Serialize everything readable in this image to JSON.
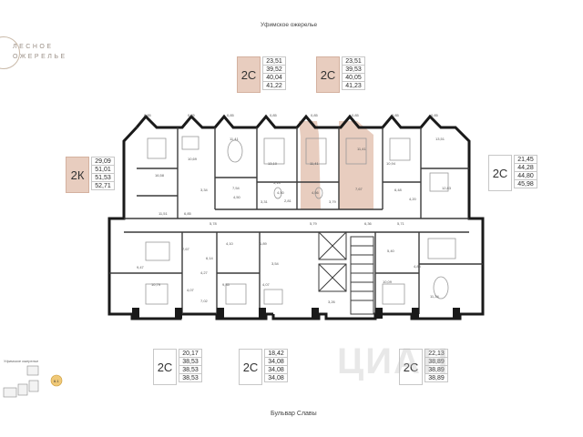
{
  "brand": {
    "line1": "ЛЕСНОЕ",
    "line2": "ОЖЕРЕЛЬЕ"
  },
  "streets": {
    "top": "Уфимское ожерелье",
    "bottom": "Бульвар Славы"
  },
  "watermark": "ЦИАН",
  "colors": {
    "highlight": "#e8cdbf",
    "wall": "#1a1a1a",
    "line": "#8c8c8c"
  },
  "legends": [
    {
      "id": "top-left",
      "type": "2С",
      "highlight": true,
      "areas": [
        "23,51",
        "39,52",
        "40,04",
        "41,22"
      ]
    },
    {
      "id": "top-right",
      "type": "2С",
      "highlight": true,
      "areas": [
        "23,51",
        "39,53",
        "40,05",
        "41,23"
      ]
    },
    {
      "id": "left",
      "type": "2К",
      "highlight": true,
      "areas": [
        "29,09",
        "51,01",
        "51,53",
        "52,71"
      ]
    },
    {
      "id": "right",
      "type": "2С",
      "highlight": false,
      "areas": [
        "21,45",
        "44,28",
        "44,80",
        "45,98"
      ]
    },
    {
      "id": "bottom-left",
      "type": "2С",
      "highlight": false,
      "areas": [
        "20,17",
        "38,53",
        "38,53",
        "38,53"
      ]
    },
    {
      "id": "bottom-mid",
      "type": "2С",
      "highlight": false,
      "areas": [
        "18,42",
        "34,08",
        "34,08",
        "34,08"
      ]
    },
    {
      "id": "bottom-right",
      "type": "2С",
      "highlight": false,
      "areas": [
        "22,13",
        "38,89",
        "38,89",
        "38,89"
      ]
    }
  ],
  "room_labels": [
    "16,58",
    "10,69",
    "11,41",
    "13,10",
    "11,41",
    "11,41",
    "10,94",
    "13,51",
    "12,83",
    "4,50",
    "7,54",
    "3,31",
    "4,50",
    "4,56",
    "3,79",
    "7,67",
    "6,48",
    "4,20",
    "11,51",
    "6,85",
    "7,67",
    "6,14",
    "4,10",
    "1,89",
    "3,54",
    "5,40",
    "9,47",
    "4,27",
    "10,79",
    "7,02",
    "9,35",
    "4,07",
    "10,09",
    "4,85",
    "11,34",
    "3,34",
    "5,13",
    "2,81",
    "5,78",
    "5,79",
    "6,36",
    "5,71",
    "4,07",
    "3,26"
  ],
  "balcony_labels": [
    "0,85",
    "0,85",
    "0,85",
    "0,85",
    "0,85",
    "0,85",
    "0,85",
    "0,85"
  ],
  "minimap": {
    "label": "Уфимское ожерелье",
    "section": "6.1"
  }
}
